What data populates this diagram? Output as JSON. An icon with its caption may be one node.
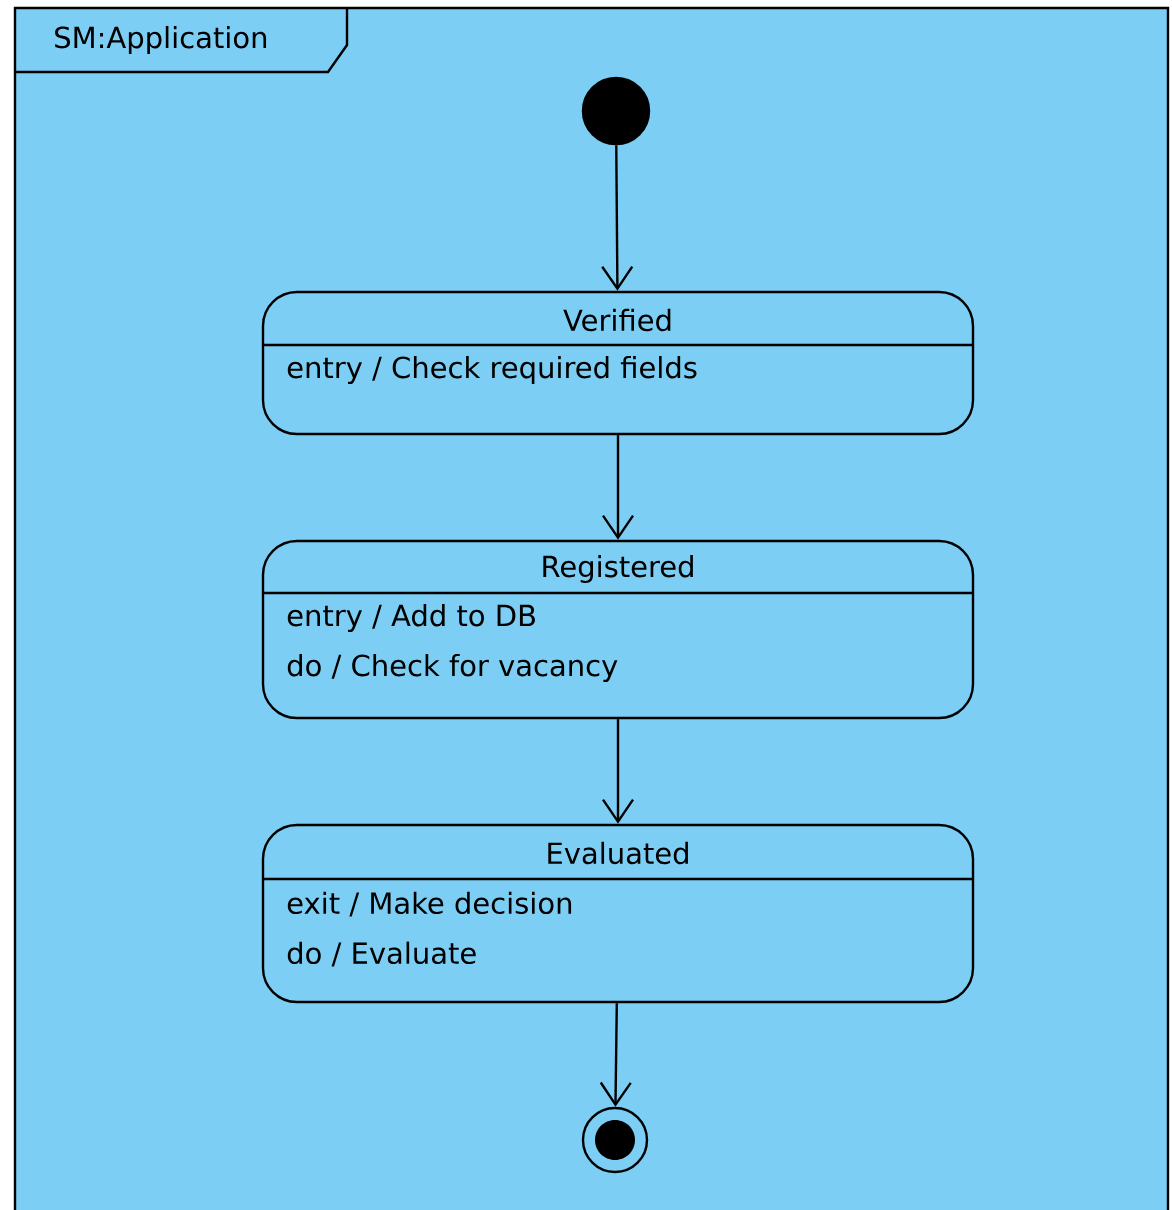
{
  "diagram": {
    "nodes": [
      {
        "text": [
          "SM:Application"
        ]
      },
      {
        "text": [],
        "shape": "circle",
        "in": 0
      },
      {
        "text": [
          "Verified",
          "entry / Check required fields"
        ],
        "in": 0
      },
      {
        "text": [
          "Registered",
          "entry / Add to DB",
          "do / Check for vacancy"
        ],
        "in": 0
      },
      {
        "text": [
          "Evaluated",
          "exit / Make decision",
          "do / Evaluate"
        ],
        "in": 0
      },
      {
        "text": [],
        "shape": "circle",
        "in": 0
      }
    ],
    "edges": [
      {
        "from": 1,
        "to": 2,
        "arrow": "to"
      },
      {
        "from": 2,
        "to": 3,
        "arrow": "to"
      },
      {
        "from": 3,
        "to": 4,
        "arrow": "to"
      },
      {
        "from": 4,
        "to": 5,
        "arrow": "to"
      }
    ]
  }
}
